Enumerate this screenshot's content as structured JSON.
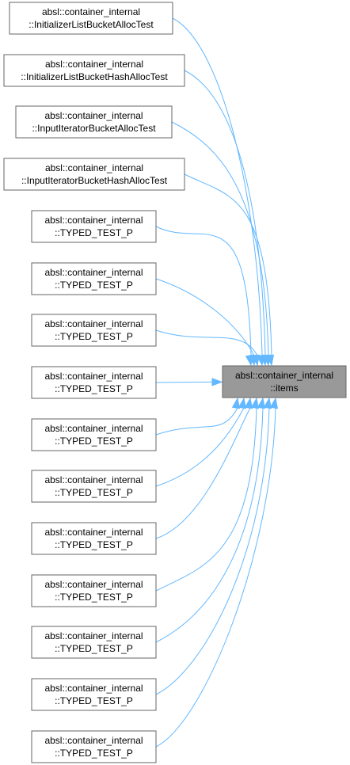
{
  "target": {
    "line1": "absl::container_internal",
    "line2": "::items"
  },
  "callers": [
    {
      "line1": "absl::container_internal",
      "line2": "::InitializerListBucketAllocTest"
    },
    {
      "line1": "absl::container_internal",
      "line2": "::InitializerListBucketHashAllocTest"
    },
    {
      "line1": "absl::container_internal",
      "line2": "::InputIteratorBucketAllocTest"
    },
    {
      "line1": "absl::container_internal",
      "line2": "::InputIteratorBucketHashAllocTest"
    },
    {
      "line1": "absl::container_internal",
      "line2": "::TYPED_TEST_P"
    },
    {
      "line1": "absl::container_internal",
      "line2": "::TYPED_TEST_P"
    },
    {
      "line1": "absl::container_internal",
      "line2": "::TYPED_TEST_P"
    },
    {
      "line1": "absl::container_internal",
      "line2": "::TYPED_TEST_P"
    },
    {
      "line1": "absl::container_internal",
      "line2": "::TYPED_TEST_P"
    },
    {
      "line1": "absl::container_internal",
      "line2": "::TYPED_TEST_P"
    },
    {
      "line1": "absl::container_internal",
      "line2": "::TYPED_TEST_P"
    },
    {
      "line1": "absl::container_internal",
      "line2": "::TYPED_TEST_P"
    },
    {
      "line1": "absl::container_internal",
      "line2": "::TYPED_TEST_P"
    },
    {
      "line1": "absl::container_internal",
      "line2": "::TYPED_TEST_P"
    },
    {
      "line1": "absl::container_internal",
      "line2": "::TYPED_TEST_P"
    }
  ],
  "colors": {
    "edge": "#63b8ff",
    "node_border": "#666666",
    "target_fill": "#999999"
  }
}
